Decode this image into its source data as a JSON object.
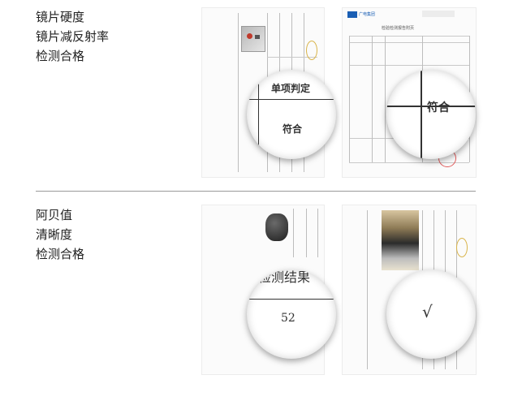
{
  "section1": {
    "lines": [
      "镜片硬度",
      "镜片减反射率",
      "检测合格"
    ],
    "lens_left": {
      "header": "单项判定",
      "value": "符合"
    },
    "lens_right": {
      "value": "符合"
    },
    "doc_right_title": "检验检测报告附页",
    "doc_right_brand": "广电集团"
  },
  "section2": {
    "lines": [
      "阿贝值",
      "清晰度",
      "检测合格"
    ],
    "lens_left": {
      "header": "检测结果",
      "value": "52"
    },
    "lens_right": {
      "value": "√"
    }
  },
  "colors": {
    "text": "#222222",
    "divider": "#9a9a9a",
    "stamp": "#e05a5a",
    "brand_blue": "#1a5fb4"
  }
}
